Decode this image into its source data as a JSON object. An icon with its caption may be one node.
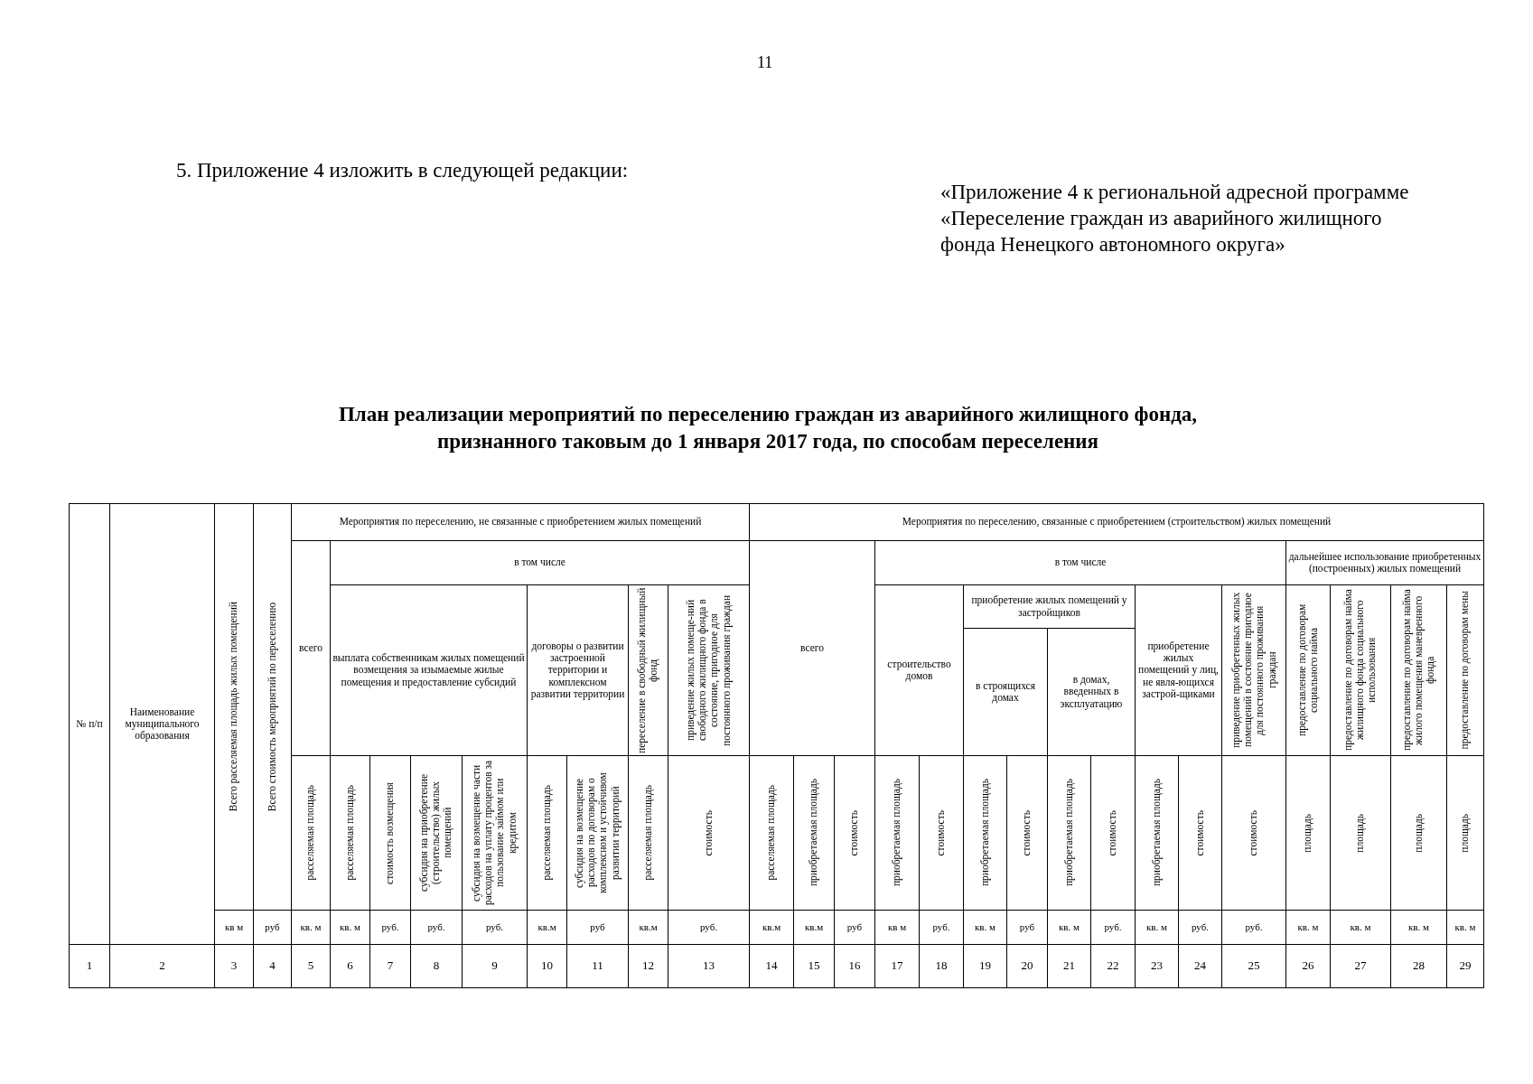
{
  "diagram": {
    "title": "План реализации мероприятий по переселению граждан из аварийного жилищного фонда, признанного таковым до 1 января 2017 года, по способам переселения",
    "labels": [
      "11",
      "5. Приложение 4 изложить в следующей редакции:",
      "«Приложение 4 к региональной адресной программе «Переселение граждан из аварийного жилищного фонда Ненецкого автономного округа»",
      "№ п/п",
      "Наименование муниципального образования",
      "Всего расселяемая площадь жилых помещений",
      "Всего стоимость мероприятий по переселению",
      "Мероприятия по переселению, не связанные с приобретением жилых помещений",
      "Мероприятия по переселению, связанные с приобретением (строительством) жилых помещений",
      "всего",
      "в том числе",
      "всего",
      "в том числе",
      "дальнейшее использование приобретенных (построенных) жилых помещений",
      "выплата собственникам жилых помещений возмещения за изымаемые жилые помещения и предоставление субсидий",
      "договоры о развитии застроенной территории и комплексном развитии территории",
      "переселение в свободный жилищный фонд",
      "приведение жилых помеще-ний свободного жилищного фонда в состояние, пригодное для постоянного проживания граждан",
      "строительство домов",
      "приобретение жилых помещений у застройщиков",
      "приобретение жилых помещений у лиц, не явля-ющихся застрой-щиками",
      "приведение приобретенных жилых помещений в состояние пригодное для постоянного проживания граждан",
      "предоставление по договорам социального найма",
      "предоставление по договорам найма жилищного фонда социального использования",
      "предоставление по договорам найма жилого помещения маневренного фонда",
      "предоставление по договорам мены",
      "в строящихся домах",
      "в домах, введенных в эксплуатацию",
      "расселяемая площадь",
      "расселяемая площадь",
      "стоимость возмещения",
      "субсидия на приобретение (строительство) жилых помещений",
      "субсидия на возмещение части расходов на уплату процентов за пользование займом или кредитом",
      "расселяемая площадь",
      "субсидия на возмещение расходов по договорам о комплексном и устойчивом развитии территорий",
      "расселяемая площадь",
      "стоимость",
      "расселяемая площадь",
      "приобретаемая площадь",
      "стоимость",
      "приобретаемая площадь",
      "стоимость",
      "приобретаемая площадь",
      "стоимость",
      "приобретаемая площадь",
      "стоимость",
      "приобретаемая площадь",
      "стоимость",
      "стоимость",
      "площадь",
      "площадь",
      "площадь",
      "площадь",
      "кв  м",
      "руб",
      "кв. м",
      "кв. м",
      "руб.",
      "руб.",
      "руб.",
      "кв.м",
      "руб",
      "кв.м",
      "руб.",
      "кв.м",
      "кв.м",
      "руб",
      "кв  м",
      "руб.",
      "кв. м",
      "руб",
      "кв. м",
      "руб.",
      "кв. м",
      "руб.",
      "руб.",
      "кв. м",
      "кв. м",
      "кв. м",
      "кв. м",
      "1",
      "2",
      "3",
      "4",
      "5",
      "6",
      "7",
      "8",
      "9",
      "10",
      "11",
      "12",
      "13",
      "14",
      "15",
      "16",
      "17",
      "18",
      "19",
      "20",
      "21",
      "22",
      "23",
      "24",
      "25",
      "26",
      "27",
      "28",
      "29"
    ]
  }
}
